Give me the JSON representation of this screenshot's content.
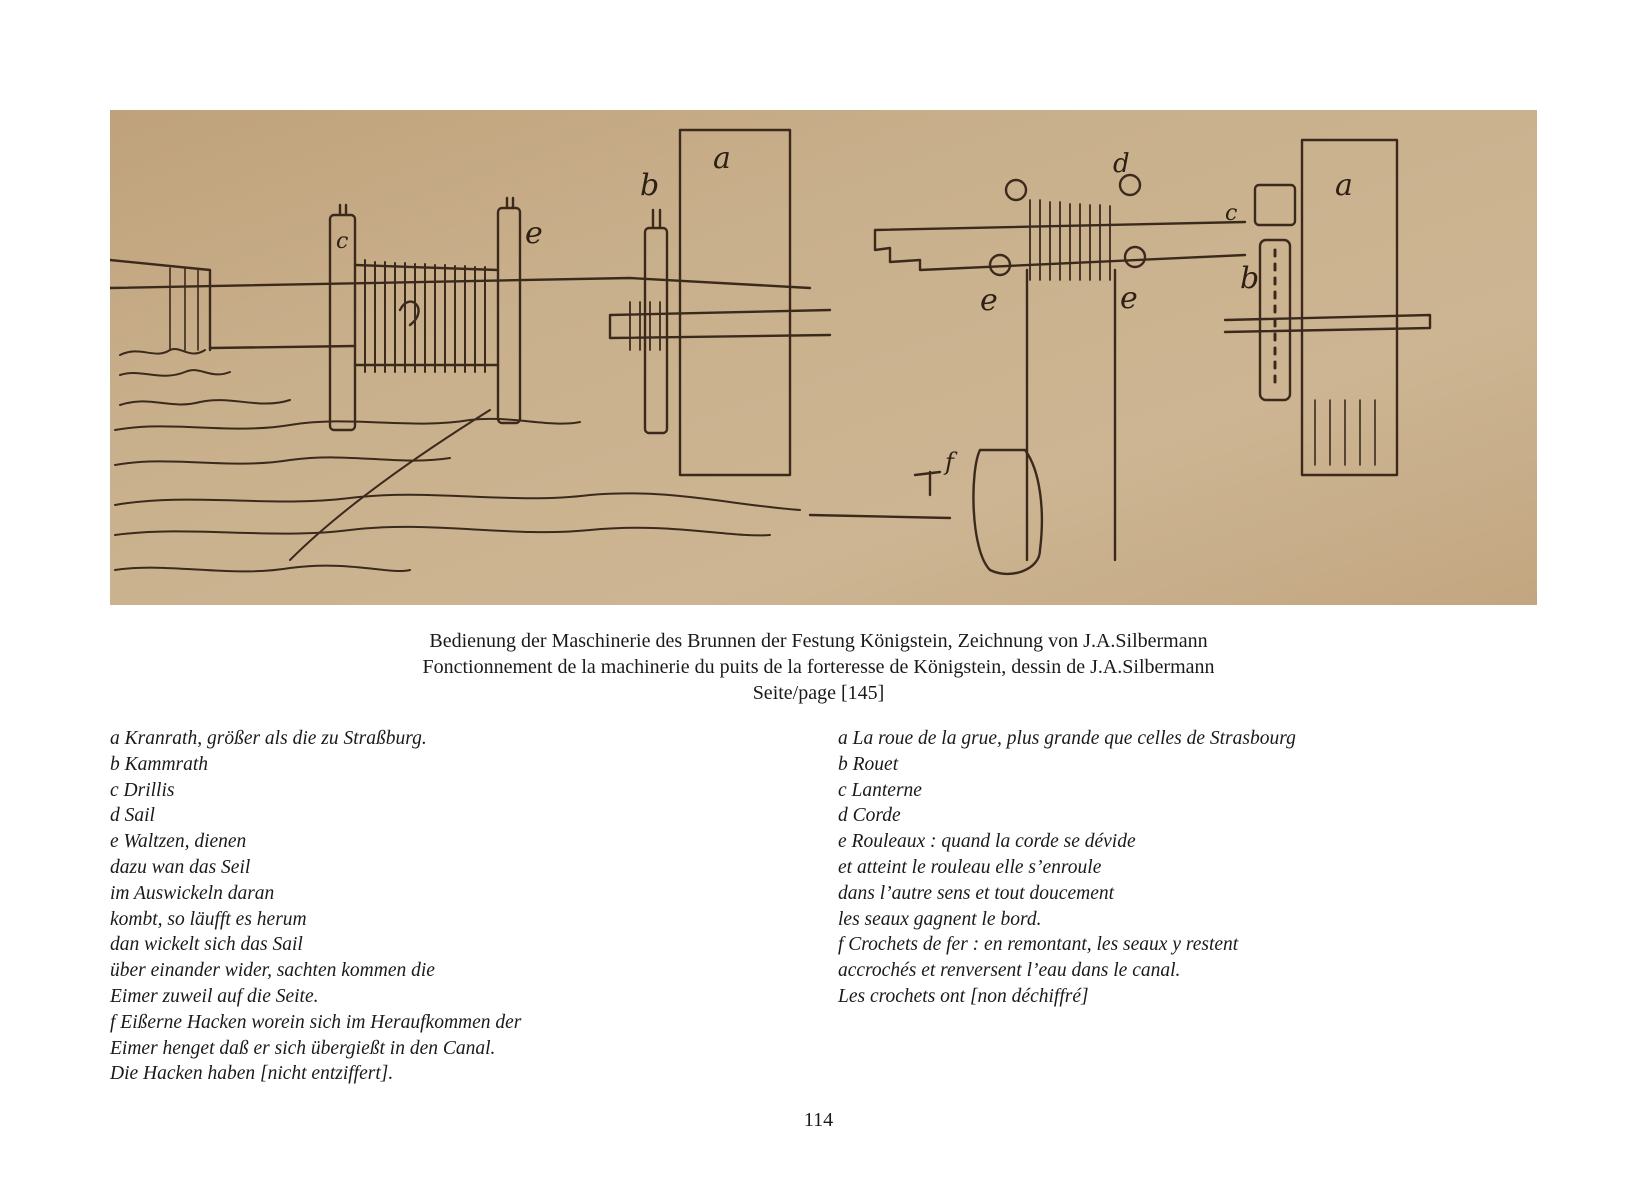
{
  "figure": {
    "letters": {
      "a_left": "a",
      "b_left": "b",
      "c_left": "c",
      "e_left": "e",
      "a_right": "a",
      "b_right": "b",
      "c_right": "c",
      "d_right": "d",
      "e_right1": "e",
      "e_right2": "e",
      "f_right": "f"
    }
  },
  "caption": {
    "line1": "Bedienung der Maschinerie des Brunnen der Festung Königstein, Zeichnung von J.A.Silbermann",
    "line2": "Fonctionnement de la machinerie du puits de la forteresse de Königstein,  dessin de J.A.Silbermann",
    "line3": "Seite/page [145]"
  },
  "legend_de": [
    "a  Kranrath, größer als die zu Straßburg.",
    "b  Kammrath",
    "c  Drillis",
    "d  Sail",
    "e  Waltzen, dienen",
    "dazu wan das Seil",
    "im Auswickeln daran",
    "kombt, so läufft es herum",
    "dan wickelt sich das Sail",
    "über einander wider, sachten kommen die",
    "Eimer zuweil auf die Seite.",
    "f  Eißerne Hacken worein sich im Heraufkommen der",
    "Eimer henget daß er sich übergießt in den Canal.",
    "Die Hacken haben [nicht entziffert]."
  ],
  "legend_fr": [
    "a  La roue de la grue, plus grande que celles de Strasbourg",
    "b  Rouet",
    "c  Lanterne",
    "d  Corde",
    "e  Rouleaux : quand la corde se dévide",
    "et atteint le rouleau elle s’enroule",
    "dans l’autre sens et tout doucement",
    "les seaux gagnent le bord.",
    "f  Crochets de fer : en remontant, les seaux y restent",
    "accrochés et renversent l’eau dans le canal.",
    "Les crochets ont [non déchiffré]"
  ],
  "page_number": "114"
}
